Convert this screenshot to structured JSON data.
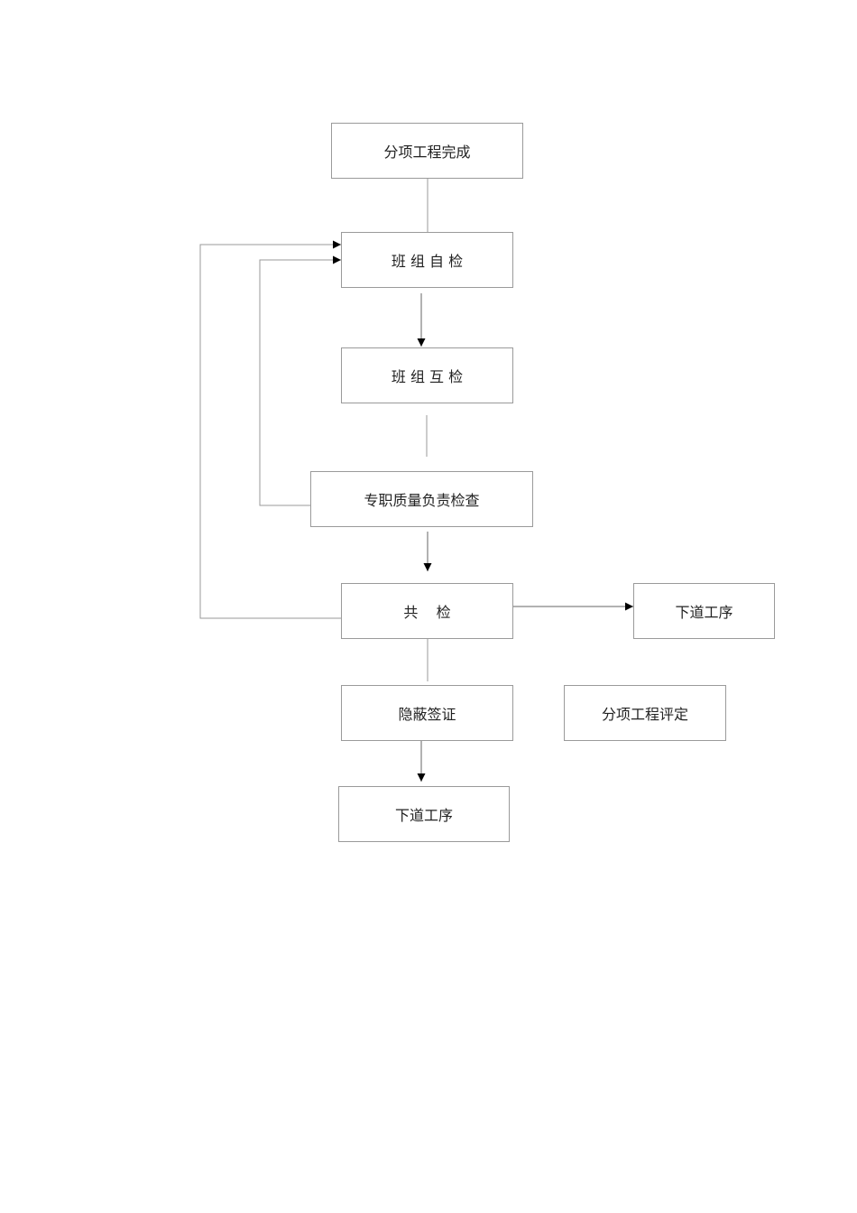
{
  "diagram": {
    "nodes": {
      "start": "分项工程完成",
      "self": "班 组 自 检",
      "mutual": "班 组 互 检",
      "special": "专职质量负责检查",
      "joint": "共    检",
      "next_right": "下道工序",
      "hidden": "隐蔽签证",
      "eval": "分项工程评定",
      "next_bottom": "下道工序"
    },
    "edges": [
      {
        "from": "start",
        "to": "self",
        "arrow": false
      },
      {
        "from": "self",
        "to": "mutual",
        "arrow": true
      },
      {
        "from": "mutual",
        "to": "special",
        "arrow": false
      },
      {
        "from": "special",
        "to": "joint",
        "arrow": true
      },
      {
        "from": "joint",
        "to": "next_right",
        "arrow": true
      },
      {
        "from": "joint",
        "to": "hidden",
        "arrow": false
      },
      {
        "from": "hidden",
        "to": "next_bottom",
        "arrow": true
      },
      {
        "from": "special",
        "to": "self",
        "arrow": true,
        "kind": "feedback"
      },
      {
        "from": "joint",
        "to": "self",
        "arrow": true,
        "kind": "feedback"
      }
    ]
  }
}
